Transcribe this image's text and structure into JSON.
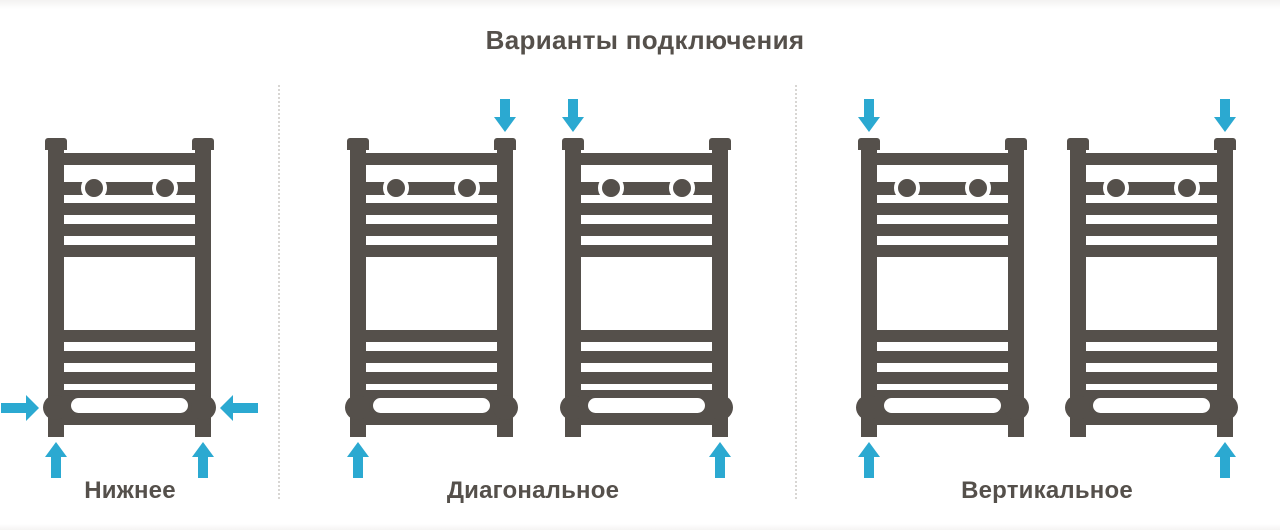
{
  "title": "Варианты подключения",
  "colors": {
    "ink": "#55504b",
    "arrow": "#2ba9d1",
    "divider": "#d8d6d3",
    "bg": "#ffffff"
  },
  "sections": [
    {
      "label": "Нижнее",
      "radiators": [
        {
          "arrows": [
            "in-left",
            "in-right",
            "up-left",
            "up-right"
          ]
        }
      ]
    },
    {
      "label": "Диагональное",
      "radiators": [
        {
          "arrows": [
            "down-right",
            "up-left"
          ]
        },
        {
          "arrows": [
            "down-left",
            "up-right"
          ]
        }
      ]
    },
    {
      "label": "Вертикальное",
      "radiators": [
        {
          "arrows": [
            "down-left",
            "up-left"
          ]
        },
        {
          "arrows": [
            "down-right",
            "up-right"
          ]
        }
      ]
    }
  ]
}
